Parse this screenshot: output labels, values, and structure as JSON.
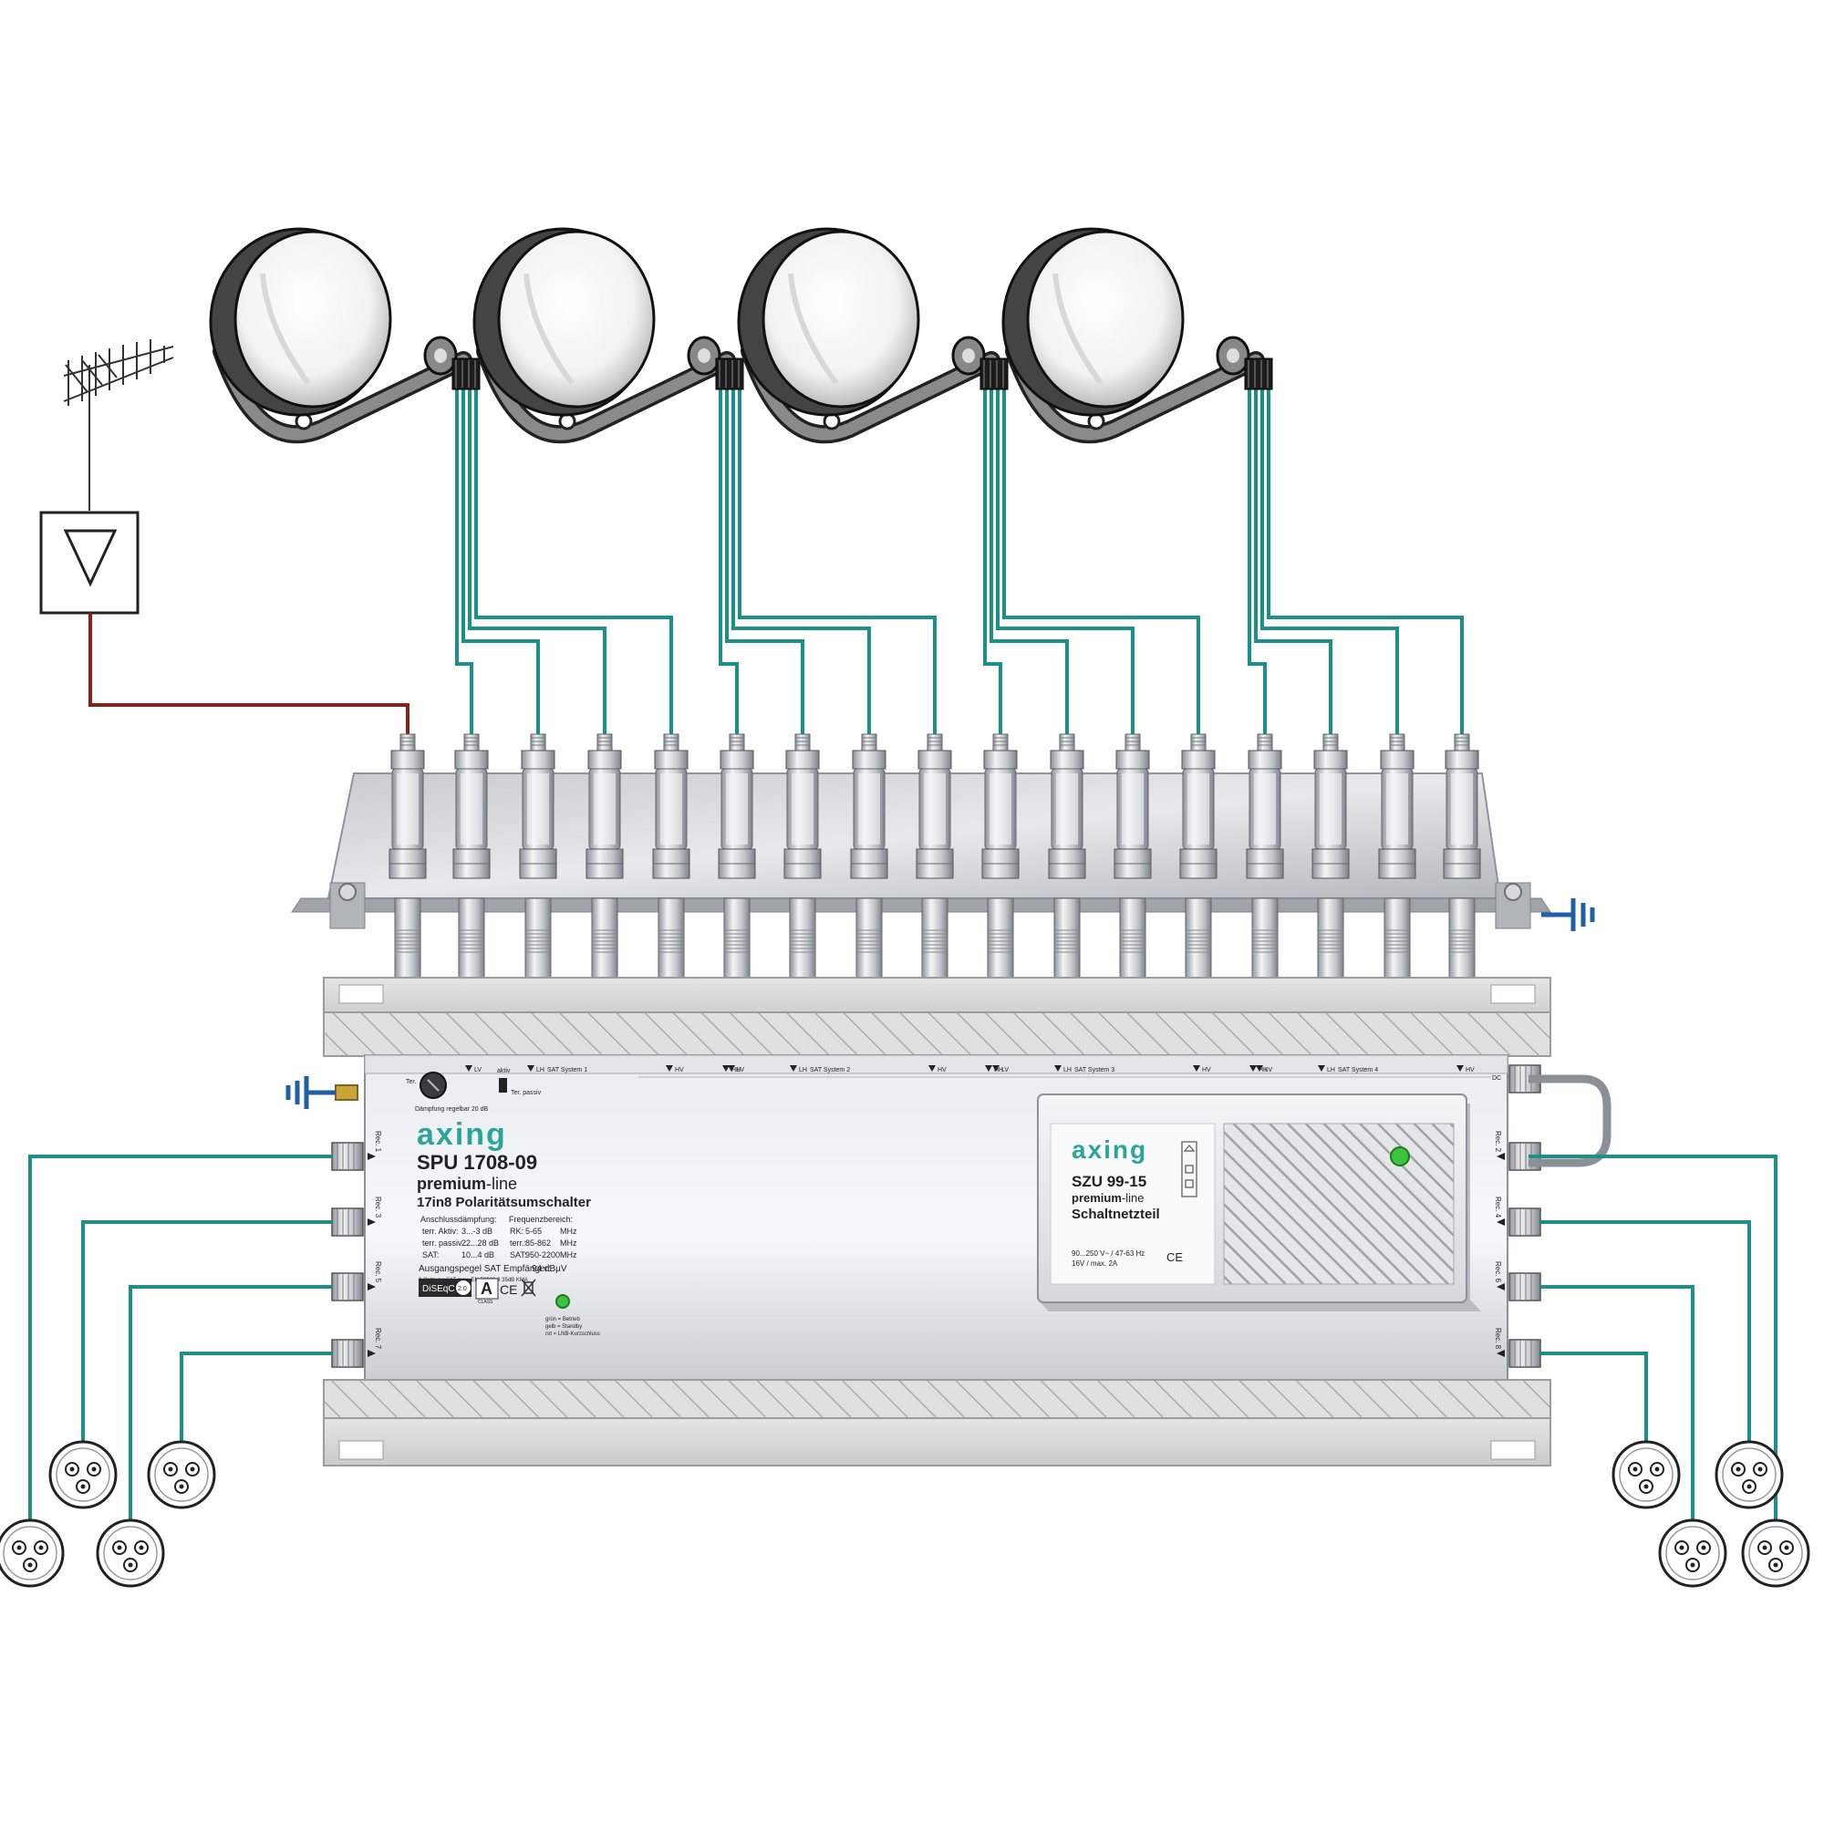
{
  "switch": {
    "brand": "axing",
    "model": "SPU 1708-09",
    "line_bold": "premium",
    "line_light": "-line",
    "subtitle": "17in8 Polaritätsumschalter",
    "spec_left_head": "Anschlussdämpfung:",
    "spec_left": [
      {
        "label": "terr. Aktiv:",
        "value": "3...-3 dB"
      },
      {
        "label": "terr. passiv :",
        "value": "22...28 dB"
      },
      {
        "label": "SAT:",
        "value": "10...4 dB"
      }
    ],
    "spec_right_head": "Frequenzbereich:",
    "spec_right": [
      {
        "label": "RK:",
        "value": "5-65",
        "unit": "MHz"
      },
      {
        "label": "terr.:",
        "value": "85-862",
        "unit": "MHz"
      },
      {
        "label": "SAT:",
        "value": "950-2200",
        "unit": "MHz"
      }
    ],
    "output_level_label": "Ausgangspegel SAT Empfänger:",
    "output_level_value": "94 dBµV",
    "norm_line": "3.Ordnung SAT max. EN 50083-3 35dB KMA",
    "badge_diseqc": "DiSEqC",
    "badge_diseqc_ver": "2.0",
    "badge_class": "A",
    "badge_class_sub": "CLASS",
    "badge_ce": "CE",
    "led_legend": [
      "grün = Betrieb",
      "gelb = Standby",
      "rot    = LNB-Kurzschluss"
    ],
    "attenuator_label": "Dämpfung regelbar 20 dB",
    "ter_label": "Ter.",
    "aktiv_label": "aktiv",
    "passiv_label": "Ter. passiv",
    "sat_groups": [
      {
        "system": "SAT System 1",
        "ports": [
          "LV",
          "LH",
          "HV",
          "HH"
        ]
      },
      {
        "system": "SAT System 2",
        "ports": [
          "LV",
          "LH",
          "HV",
          "HH"
        ]
      },
      {
        "system": "SAT System 3",
        "ports": [
          "LV",
          "LH",
          "HV",
          "HH"
        ]
      },
      {
        "system": "SAT System 4",
        "ports": [
          "LV",
          "LH",
          "HV",
          "HH"
        ]
      }
    ],
    "dc_label": "DC",
    "rec_left": [
      "Rec. 1",
      "Rec. 3",
      "Rec. 5",
      "Rec. 7"
    ],
    "rec_right": [
      "Rec. 2",
      "Rec. 4",
      "Rec. 6",
      "Rec. 8"
    ]
  },
  "psu": {
    "brand": "axing",
    "model": "SZU 99-15",
    "line_bold": "premium",
    "line_light": "-line",
    "subtitle": "Schaltnetzteil",
    "spec1": "90...250 V~ / 47-63 Hz",
    "spec2": "16V / max. 2A",
    "ce": "CE"
  },
  "colors": {
    "cable": "#1a9088",
    "terrestrial_cable": "#8b1f1a",
    "accent": "#2ba59b",
    "led": "#3ec33e",
    "ground": "#1f5fa8"
  },
  "icons": [
    "satellite-dish-icon",
    "yagi-antenna-icon",
    "amplifier-triangle-icon",
    "ground-symbol-icon",
    "tv-outlet-icon",
    "f-connector-icon",
    "lnb-icon"
  ]
}
